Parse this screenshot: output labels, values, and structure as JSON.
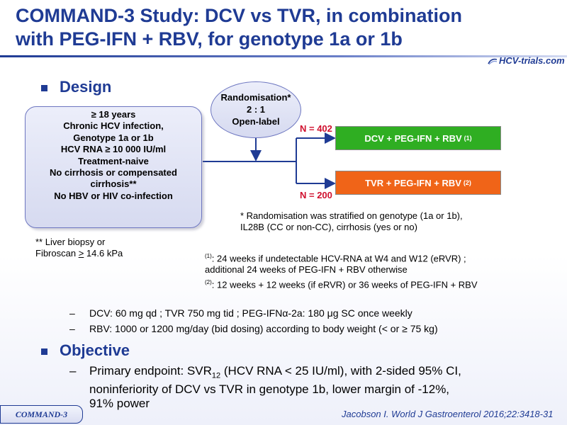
{
  "title": {
    "line1": "COMMAND-3 Study: DCV vs TVR, in combination",
    "line2": "with PEG-IFN + RBV, for genotype 1a or 1b"
  },
  "logo": {
    "text": "HCV-trials.com"
  },
  "design": {
    "heading": "Design",
    "criteria": [
      "≥ 18 years",
      "Chronic HCV infection,",
      "Genotype  1a or 1b",
      "HCV RNA ≥ 10 000 IU/ml",
      "Treatment-naive",
      "No cirrhosis  or compensated",
      "cirrhosis**",
      "No HBV or HIV co-infection"
    ],
    "randomisation": [
      "Randomisation*",
      "2 : 1",
      "Open-label"
    ],
    "arms": [
      {
        "label": "DCV + PEG-IFN + RBV",
        "sup": "(1)",
        "n": "N = 402",
        "color": "#2fae22"
      },
      {
        "label": "TVR + PEG-IFN + RBV",
        "sup": "(2)",
        "n": "N = 200",
        "color": "#f06418"
      }
    ],
    "rand_note": [
      "* Randomisation was stratified on genotype (1a or 1b),",
      "IL28B (CC or non-CC), cirrhosis (yes or no)"
    ],
    "biopsy_note": {
      "line1": "** Liver biopsy or",
      "line2_pre": "Fibroscan ",
      "line2_ge": ">",
      "line2_post": " 14.6 kPa"
    },
    "footnote1": {
      "sup": "(1)",
      "line1": ": 24 weeks if undetectable HCV-RNA at W4 and W12 (eRVR) ;",
      "line2": "additional 24 weeks of PEG-IFN + RBV otherwise"
    },
    "footnote2": {
      "sup": "(2)",
      "line1": ": 12 weeks + 12 weeks (if eRVR) or 36 weeks of PEG-IFN + RBV"
    },
    "dosing": [
      {
        "dash": "–",
        "text": "DCV: 60 mg qd ; TVR 750 mg tid ; PEG-IFNα-2a: 180 μg SC once weekly"
      },
      {
        "dash": "–",
        "text": "RBV: 1000 or 1200 mg/day (bid dosing) according to body weight (< or ≥ 75 kg)"
      }
    ]
  },
  "objective": {
    "heading": "Objective",
    "dash": "–",
    "line1_pre": "Primary endpoint: SVR",
    "line1_sub": "12",
    "line1_post": " (HCV RNA < 25 IU/ml), with 2-sided 95% CI,",
    "line2": "noninferiority of DCV vs TVR in genotype 1b, lower margin of -12%,",
    "line3": "91% power"
  },
  "footer": {
    "tag": "COMMAND-3",
    "reference": "Jacobson I. World J Gastroenterol 2016;22:3418-31"
  },
  "colors": {
    "title": "#1f3b94",
    "n_label": "#d0102e",
    "box_border": "#6d76c0"
  }
}
